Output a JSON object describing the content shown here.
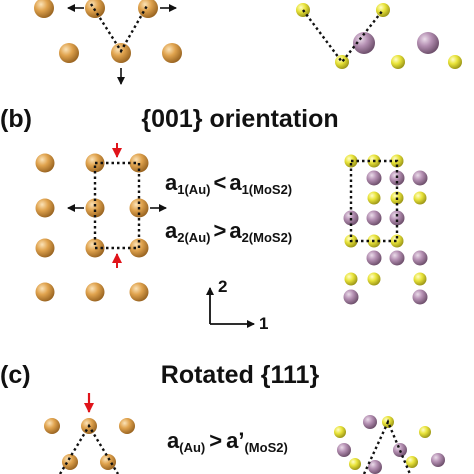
{
  "panels": {
    "b": {
      "label": "(b)",
      "title": "{001} orientation"
    },
    "c": {
      "label": "(c)",
      "title": "Rotated {111}"
    }
  },
  "equations": {
    "eq1": {
      "base_left": "a",
      "sub_left": "1(Au)",
      "op": "<",
      "base_right": "a",
      "sub_right": "1(MoS2)"
    },
    "eq2": {
      "base_left": "a",
      "sub_left": "2(Au)",
      "op": ">",
      "base_right": "a",
      "sub_right": "2(MoS2)"
    },
    "eq3": {
      "base_left": "a",
      "sub_left": "(Au)",
      "op": ">",
      "base_right": "a’",
      "sub_right": "(MoS2)"
    }
  },
  "axes": {
    "axis1": "1",
    "axis2": "2"
  },
  "colors": {
    "gold_atom": "#E0A34E",
    "gold_atom_dark": "#9A6522",
    "sulfur_atom": "#E9E43A",
    "sulfur_atom_dark": "#9C9618",
    "molybdenum_atom": "#B48FB2",
    "molybdenum_atom_dark": "#6D4F6B",
    "strain_arrow": "#E0141A",
    "outline": "#111111"
  }
}
